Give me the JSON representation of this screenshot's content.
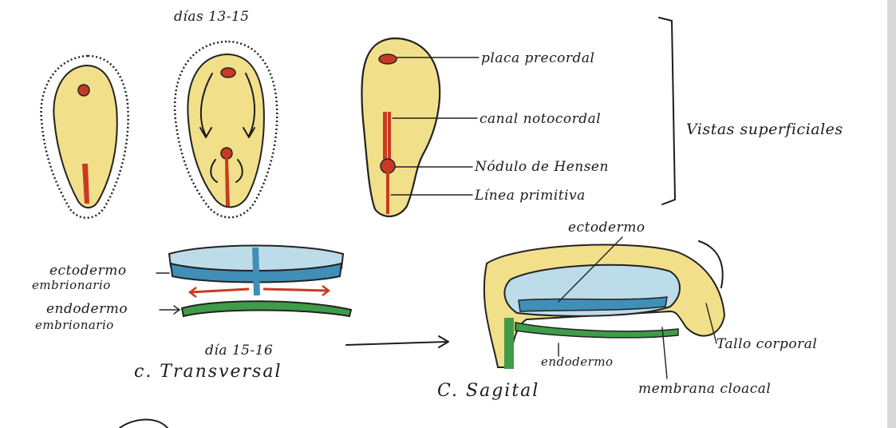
{
  "header": {
    "days_label": "días 13-15"
  },
  "surface_labels": {
    "placa": "placa precordal",
    "canal": "canal notocordal",
    "nodulo": "Nódulo de Hensen",
    "linea": "Línea primitiva",
    "group": "Vistas superficiales"
  },
  "transverse": {
    "ectodermo": "ectodermo",
    "ectodermo_sub": "embrionario",
    "endodermo": "endodermo",
    "endodermo_sub": "embrionario",
    "day": "día 15-16",
    "caption": "c. Transversal"
  },
  "sagittal": {
    "ectodermo": "ectodermo",
    "endodermo": "endodermo",
    "membrana": "membrana cloacal",
    "tallo": "Tallo corporal",
    "caption": "C. Sagital"
  },
  "colors": {
    "yellow": "#f2df8a",
    "yellow_dark": "#e6c95a",
    "blue": "#3f8fb8",
    "blue_light": "#bcdcea",
    "green": "#3f9c48",
    "red": "#c83a22",
    "ink": "#1d1d1d"
  }
}
